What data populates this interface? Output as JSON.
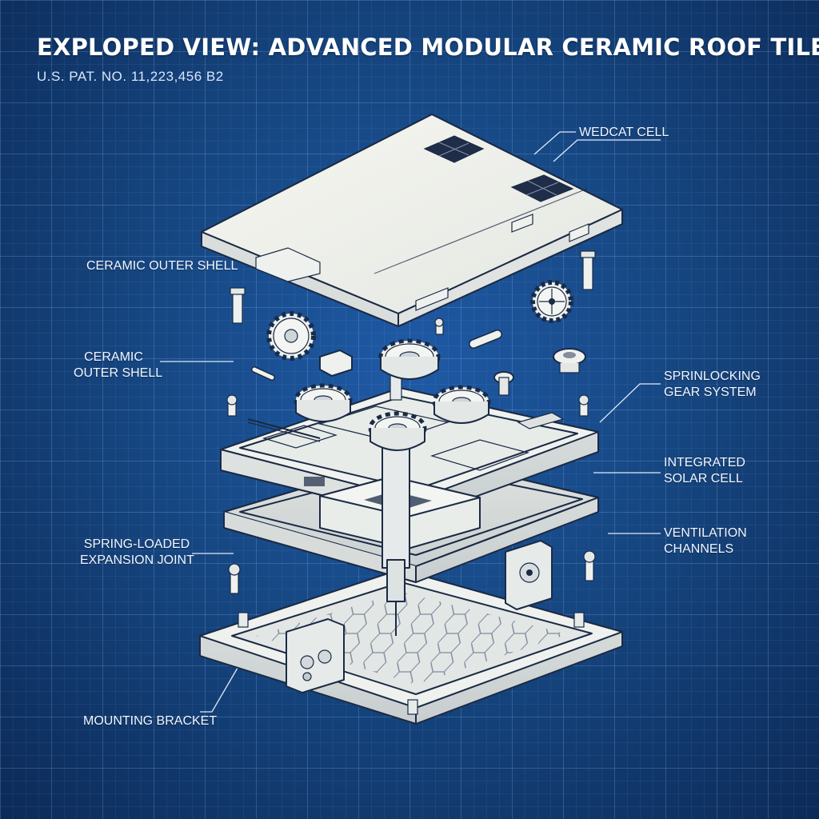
{
  "header": {
    "title": "EXPLOPED VIEW: ADVANCED MODULAR CERAMIC ROOF TILE SYSTEM",
    "patent": "U.S. PAT. NO. 11,223,456 B2"
  },
  "callouts": {
    "wedcat_cell": "WEDCAT CELL",
    "ceramic_outer_shell_1": "CERAMIC OUTER SHELL",
    "ceramic_outer_shell_2": [
      "CERAMIC",
      "OUTER SHELL"
    ],
    "gear_system": [
      "SPRINLOCKING",
      "GEAR SYSTEM"
    ],
    "solar_cell": [
      "INTEGRATED",
      "SOLAR CELL"
    ],
    "ventilation": [
      "VENTILATION",
      "CHANNELS"
    ],
    "expansion_joint": [
      "SPRING-LOADED",
      "EXPANSION JOINT"
    ],
    "mounting_bracket": "MOUNTING BRACKET"
  },
  "colors": {
    "background": "#1a4f93",
    "component_fill": "#eef1ee",
    "line": "#1b2a44",
    "solar_panel": "#1f2d48"
  }
}
